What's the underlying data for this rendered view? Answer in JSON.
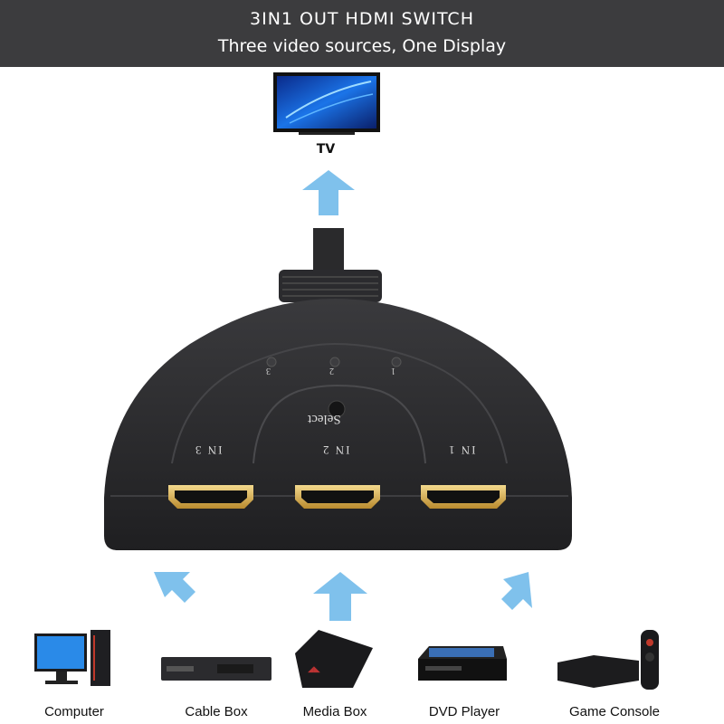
{
  "banner": {
    "title": "3IN1 OUT HDMI SWITCH",
    "subtitle": "Three video sources, One Display"
  },
  "output": {
    "label": "TV"
  },
  "switch": {
    "ports": [
      "IN 3",
      "IN 2",
      "IN 1"
    ],
    "leds": [
      "3",
      "2",
      "1"
    ],
    "button_label": "Select"
  },
  "devices": [
    "Computer",
    "Cable Box",
    "Media  Box",
    "DVD Player",
    "Game Console"
  ],
  "colors": {
    "banner": "#3c3c3e",
    "arrow": "#7fc1ec",
    "switch_body": "#2a2a2c",
    "port_gold": "#d9b25a"
  }
}
